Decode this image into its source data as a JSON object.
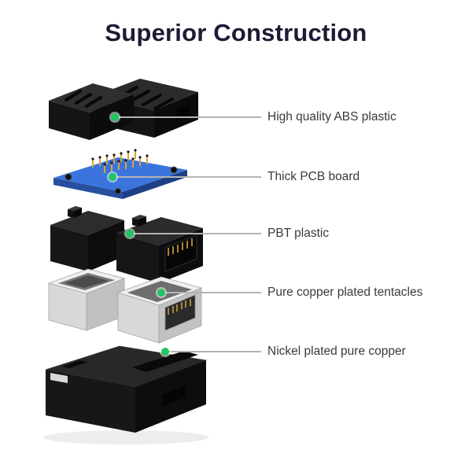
{
  "page": {
    "title": "Superior Construction"
  },
  "colors": {
    "title_text": "#1b1b35",
    "label_text": "#3a3a3a",
    "leader_line": "#b3b3b3",
    "accent_green": "#1fc661",
    "pcb_blue": "#3b74dd",
    "plastic_black": "#1c1c1c",
    "metal_silver": "#ededed",
    "contact_gold": "#d9a43c"
  },
  "callouts": [
    {
      "label": "High quality ABS plastic",
      "part": "abs-top-shell"
    },
    {
      "label": "Thick PCB board",
      "part": "pcb-board"
    },
    {
      "label": "PBT plastic",
      "part": "pbt-housing"
    },
    {
      "label": "Pure copper plated tentacles",
      "part": "copper-contacts"
    },
    {
      "label": "Nickel plated pure copper",
      "part": "metal-shield"
    }
  ],
  "exploded_parts": [
    {
      "name": "abs-top-shell"
    },
    {
      "name": "pcb-board"
    },
    {
      "name": "pbt-housing"
    },
    {
      "name": "metal-shield-shells"
    },
    {
      "name": "bottom-shell"
    }
  ]
}
